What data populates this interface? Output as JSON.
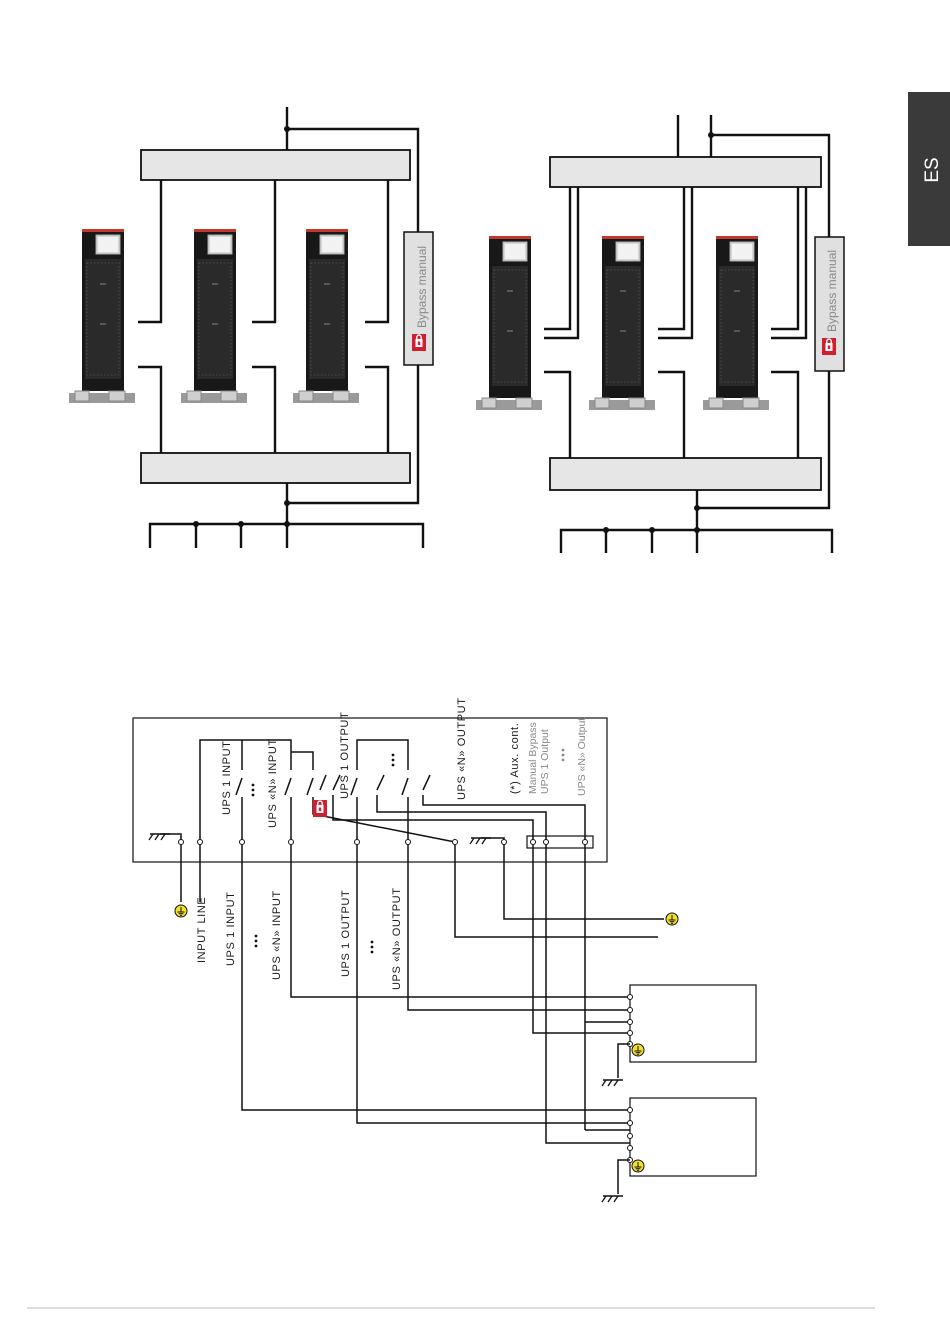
{
  "lang_tab": "ES",
  "bypass_label": "Bypass manual",
  "schematic": {
    "labels_inside": {
      "ups1_input": "UPS 1 INPUT",
      "upsN_input": "UPS «N» INPUT",
      "ups1_output": "UPS 1 OUTPUT",
      "upsN_output": "UPS «N» OUTPUT"
    },
    "labels_outside": {
      "input_line": "INPUT LINE",
      "ups1_input": "UPS 1 INPUT",
      "upsN_input": "UPS «N» INPUT",
      "ups1_output": "UPS 1 OUTPUT",
      "upsN_output": "UPS «N» OUTPUT"
    },
    "legend": {
      "aux": "(*) Aux. cont.",
      "manual_bypass": "Manual Bypass",
      "ups1_out": "UPS 1 Output",
      "upsN_out": "UPS «N» Output"
    }
  },
  "colors": {
    "tab": "#3a3a3a",
    "bar_fill": "#e6e6e6",
    "bypass_fill": "#e0e0e0",
    "lock_red": "#d11f2f",
    "ground_yellow": "#f3e02a",
    "cabinet": "#181818"
  }
}
